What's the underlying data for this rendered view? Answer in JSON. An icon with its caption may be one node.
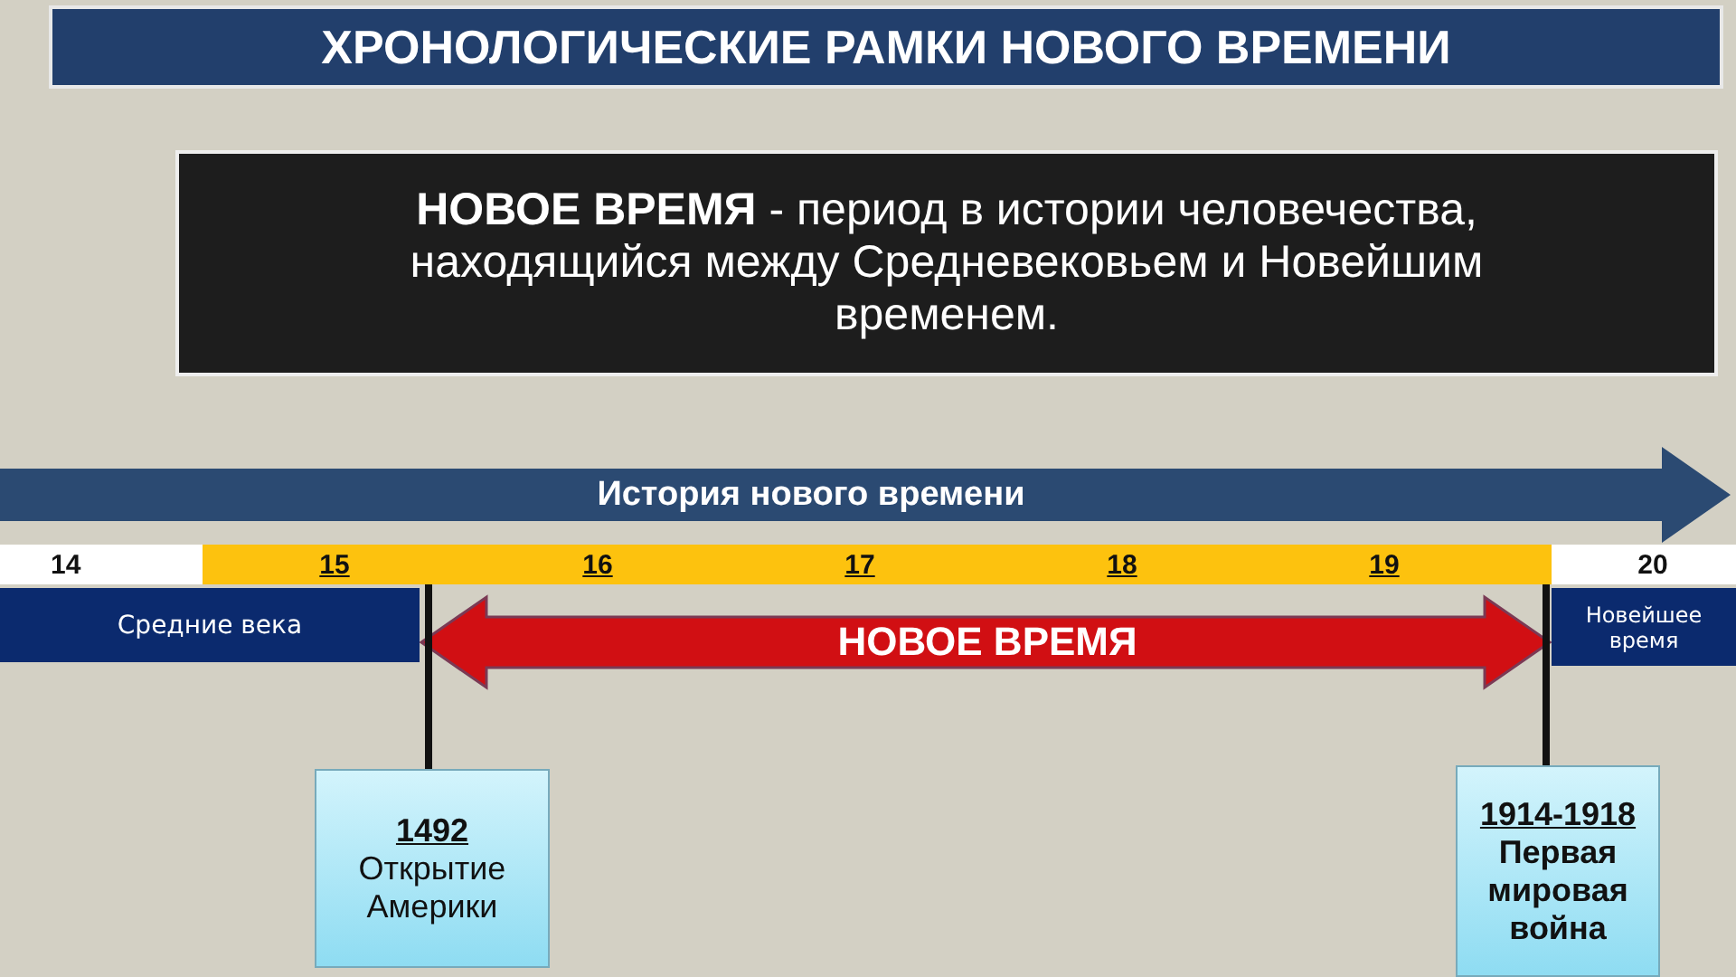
{
  "diagram": {
    "title": "ХРОНОЛОГИЧЕСКИЕ РАМКИ НОВОГО ВРЕМЕНИ",
    "nodes": [
      {
        "text": [
          "**НОВОЕ ВРЕМЯ** - период в истории человечества, находящийся между Средневековьем и Новейшим временем."
        ]
      },
      {
        "text": [
          "История нового времени"
        ]
      },
      {
        "text": [
          "14"
        ]
      },
      {
        "text": [
          "15"
        ]
      },
      {
        "text": [
          "16"
        ]
      },
      {
        "text": [
          "17"
        ]
      },
      {
        "text": [
          "18"
        ]
      },
      {
        "text": [
          "19"
        ]
      },
      {
        "text": [],
        "shape": "box"
      },
      {
        "text": [
          "20"
        ]
      },
      {
        "text": [
          "Средние века"
        ]
      },
      {
        "text": [
          "Новейшее время"
        ]
      },
      {
        "text": [
          "1492",
          "Открытие Америки"
        ]
      },
      {
        "text": [
          "1914-1918",
          "Первая мировая война"
        ]
      }
    ],
    "edges": [
      {
        "from": 10,
        "to": 11,
        "arrow": "both",
        "label": "НОВОЕ ВРЕМЯ",
        "style": "thick",
        "color": "#d10f13"
      },
      {
        "from": 12,
        "to": 3,
        "arrow": "none"
      },
      {
        "from": 13,
        "to": 8,
        "arrow": "none"
      }
    ]
  }
}
